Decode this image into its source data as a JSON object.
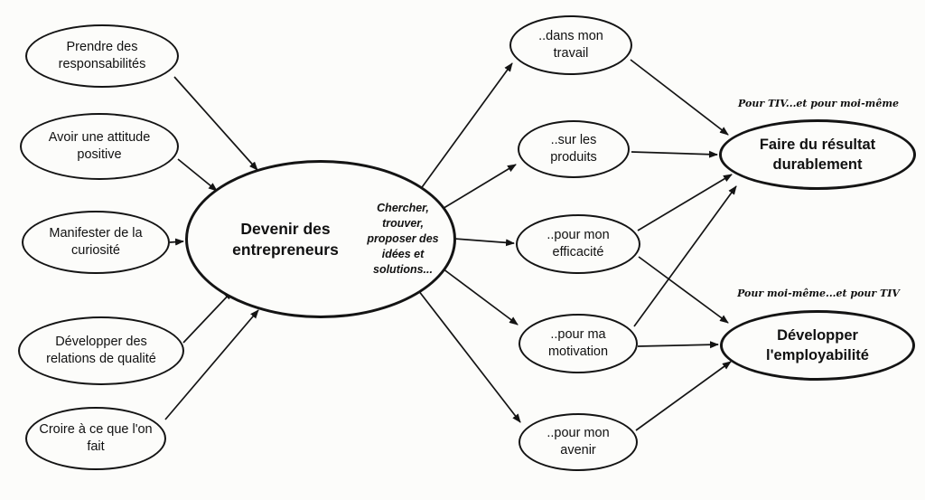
{
  "diagram": {
    "left_nodes": [
      {
        "id": "responsabilites",
        "label": "Prendre des responsabilités"
      },
      {
        "id": "attitude",
        "label": "Avoir une attitude positive"
      },
      {
        "id": "curiosite",
        "label": "Manifester de la curiosité"
      },
      {
        "id": "relations",
        "label": "Développer des relations de qualité"
      },
      {
        "id": "croire",
        "label": "Croire à ce que l'on fait"
      }
    ],
    "center_node": {
      "label": "Devenir des entrepreneurs",
      "note": "Chercher, trouver, proposer des idées et solutions..."
    },
    "middle_nodes": [
      {
        "id": "travail",
        "label": "..dans mon travail"
      },
      {
        "id": "produits",
        "label": "..sur les produits"
      },
      {
        "id": "efficacite",
        "label": "..pour mon efficacité"
      },
      {
        "id": "motivation",
        "label": "..pour ma motivation"
      },
      {
        "id": "avenir",
        "label": "..pour mon avenir"
      }
    ],
    "right_nodes": [
      {
        "id": "resultat",
        "caption": "Pour TIV...et pour moi-même",
        "label": "Faire du résultat durablement"
      },
      {
        "id": "employabilite",
        "caption": "Pour moi-même...et pour TIV",
        "label": "Développer l'employabilité"
      }
    ],
    "edges": [
      {
        "from": "responsabilites",
        "to": "center"
      },
      {
        "from": "attitude",
        "to": "center"
      },
      {
        "from": "curiosite",
        "to": "center"
      },
      {
        "from": "relations",
        "to": "center"
      },
      {
        "from": "croire",
        "to": "center"
      },
      {
        "from": "center",
        "to": "travail"
      },
      {
        "from": "center",
        "to": "produits"
      },
      {
        "from": "center",
        "to": "efficacite"
      },
      {
        "from": "center",
        "to": "motivation"
      },
      {
        "from": "center",
        "to": "avenir"
      },
      {
        "from": "travail",
        "to": "resultat"
      },
      {
        "from": "produits",
        "to": "resultat"
      },
      {
        "from": "efficacite",
        "to": "resultat"
      },
      {
        "from": "efficacite",
        "to": "employabilite"
      },
      {
        "from": "motivation",
        "to": "resultat"
      },
      {
        "from": "motivation",
        "to": "employabilite"
      },
      {
        "from": "avenir",
        "to": "employabilite"
      }
    ]
  }
}
